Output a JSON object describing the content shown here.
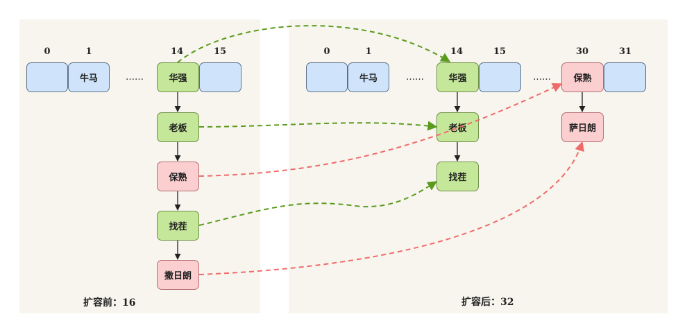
{
  "before": {
    "caption": "扩容前：16",
    "indices": [
      "0",
      "1",
      "14",
      "15"
    ],
    "buckets": [
      "",
      "牛马",
      "华强",
      ""
    ],
    "ellipsis": "……",
    "chain": [
      "老板",
      "保熟",
      "找茬",
      "撒日朗"
    ]
  },
  "after": {
    "caption": "扩容后：32",
    "indices": [
      "0",
      "1",
      "14",
      "15",
      "30",
      "31"
    ],
    "buckets": [
      "",
      "牛马",
      "华强",
      "",
      "保熟",
      ""
    ],
    "ellipsis1": "……",
    "ellipsis2": "……",
    "chain14": [
      "老板",
      "找茬"
    ],
    "chain30": [
      "萨日朗"
    ]
  },
  "colors": {
    "panel": "#f7f5ee",
    "bucket": "#cfe4fb",
    "stay_node": "#c5e79a",
    "move_node": "#fbcfd0",
    "stay_arrow": "#5a9a1d",
    "move_arrow": "#f06a6a"
  }
}
